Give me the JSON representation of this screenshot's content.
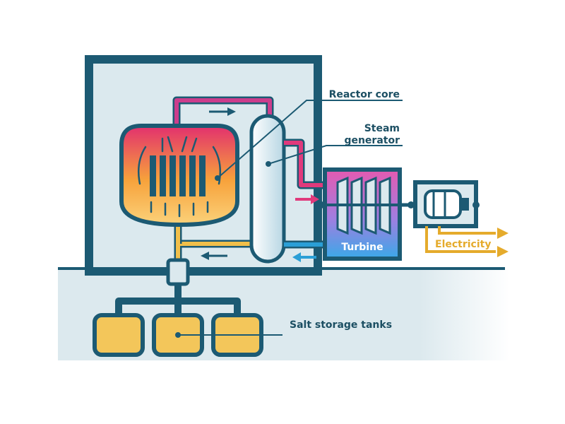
{
  "labels": {
    "reactor_core": "Reactor core",
    "steam_generator_line1": "Steam",
    "steam_generator_line2": "generator",
    "turbine": "Turbine",
    "electricity": "Electricity",
    "salt_storage_tanks": "Salt storage tanks"
  },
  "colors": {
    "outline": "#1c5a73",
    "building_fill": "#dbe9ee",
    "ground_fill": "#dce9ee",
    "core_hot": "#e2306e",
    "core_warm": "#f7a23b",
    "core_cool": "#fbd27a",
    "hot_pipe": "#cc3d8c",
    "cold_pipe": "#f1bf4a",
    "steam_pipe": "#e03a7c",
    "water_pipe": "#2a9fd6",
    "electricity": "#e5ab2c",
    "tank_fill": "#f3c65a",
    "label_text": "#1c4f63"
  },
  "icons": [
    "flow-arrow-icon",
    "electricity-arrow-icon"
  ]
}
